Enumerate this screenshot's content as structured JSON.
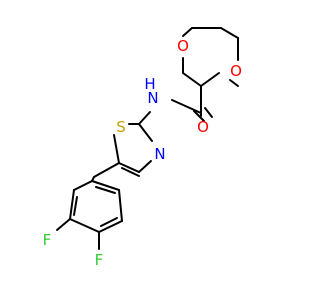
{
  "molecule": {
    "atoms": {
      "o1": "O",
      "o2": "O",
      "o_carbonyl": "O",
      "nh": "N",
      "h": "H",
      "s": "S",
      "n_ring": "N",
      "f1": "F",
      "f2": "F"
    },
    "colors": {
      "bond": "#000000",
      "oxygen": "#ff0000",
      "nitrogen": "#0000ff",
      "sulfur": "#c8a000",
      "fluorine": "#33cc33"
    }
  }
}
